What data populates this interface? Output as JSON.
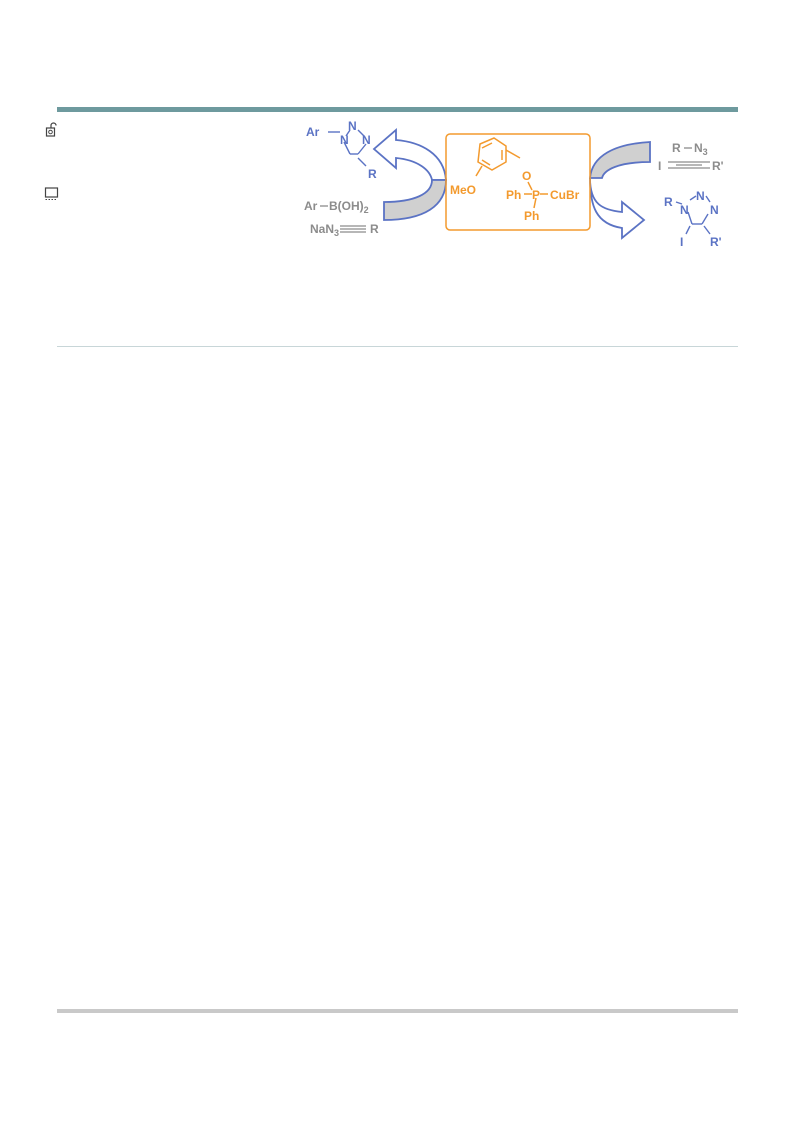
{
  "icons": {
    "open_access": "open-access-lock-icon",
    "comment": "comment-icon"
  },
  "colors": {
    "header_rule": "#6e9a9e",
    "product_blue": "#5b73c4",
    "reagent_gray": "#8c8c8c",
    "catalyst_orange": "#f39a2e",
    "arrow_fill": "#d0d0d0"
  },
  "scheme": {
    "left_product": {
      "ar": "Ar",
      "n1": "N",
      "n2": "N",
      "n3": "N",
      "r": "R"
    },
    "left_reagents": {
      "boronic": "Ar",
      "boronic_group": "B(OH)",
      "boronic_sub": "2",
      "azide": "NaN",
      "azide_sub": "3",
      "alkyne_r": "R"
    },
    "catalyst": {
      "o": "O",
      "meo": "MeO",
      "ph_left": "Ph",
      "p": "P",
      "cubr": "CuBr",
      "ph_bottom": "Ph"
    },
    "right_reagents": {
      "r": "R",
      "n": "N",
      "n_sub": "3",
      "i": "I",
      "r_prime": "R'"
    },
    "right_product": {
      "r": "R",
      "n1": "N",
      "n2": "N",
      "n3": "N",
      "i": "I",
      "r_prime": "R'"
    }
  }
}
